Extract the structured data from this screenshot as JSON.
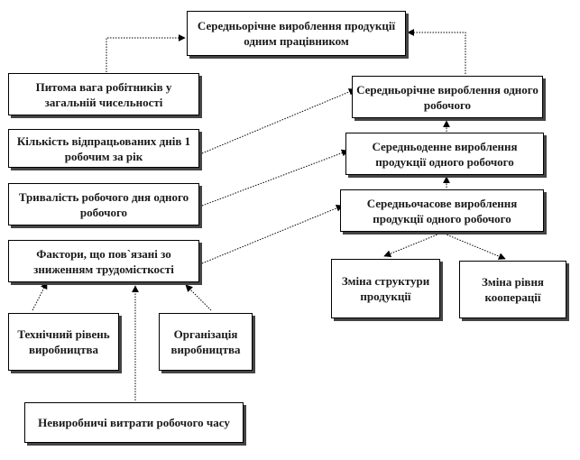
{
  "nodes": {
    "top": "Середньорічне вироблення продукції одним працівником",
    "share": "Питома вага робітників у загальній чисельності",
    "days": "Кількість відпрацьованих днів 1 робочим за рік",
    "duration": "Тривалість робочого дня одного робочого",
    "factors": "Фактори, що пов`язані зо зниженням трудомісткості",
    "tech": "Технічний рівень виробництва",
    "org": "Організація виробництва",
    "losses": "Невиробничі витрати робочого часу",
    "annual": "Середньорічне вироблення одного робочого",
    "daily": "Середньоденне вироблення продукції одного робочого",
    "hourly": "Середньочасове вироблення продукції одного робочого",
    "structure": "Зміна структури продукції",
    "coop": "Зміна рівня кооперації"
  }
}
